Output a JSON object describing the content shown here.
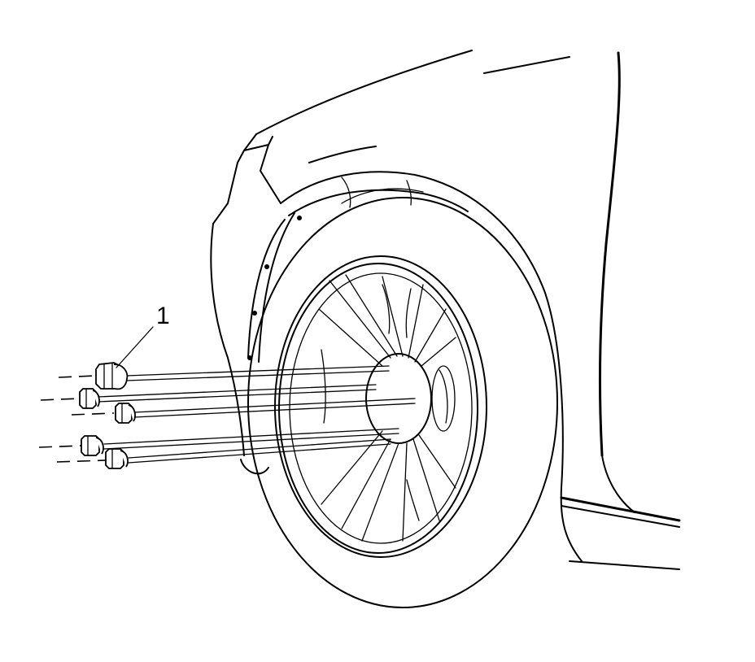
{
  "callouts": [
    {
      "label": "1",
      "target": "wheel-nut"
    }
  ],
  "colors": {
    "line": "#000000",
    "background": "#ffffff"
  },
  "nuts": [
    {
      "id": "nut-1",
      "size": "large"
    },
    {
      "id": "nut-2",
      "size": "small"
    },
    {
      "id": "nut-3",
      "size": "small"
    },
    {
      "id": "nut-4",
      "size": "small"
    },
    {
      "id": "nut-5",
      "size": "small"
    }
  ]
}
